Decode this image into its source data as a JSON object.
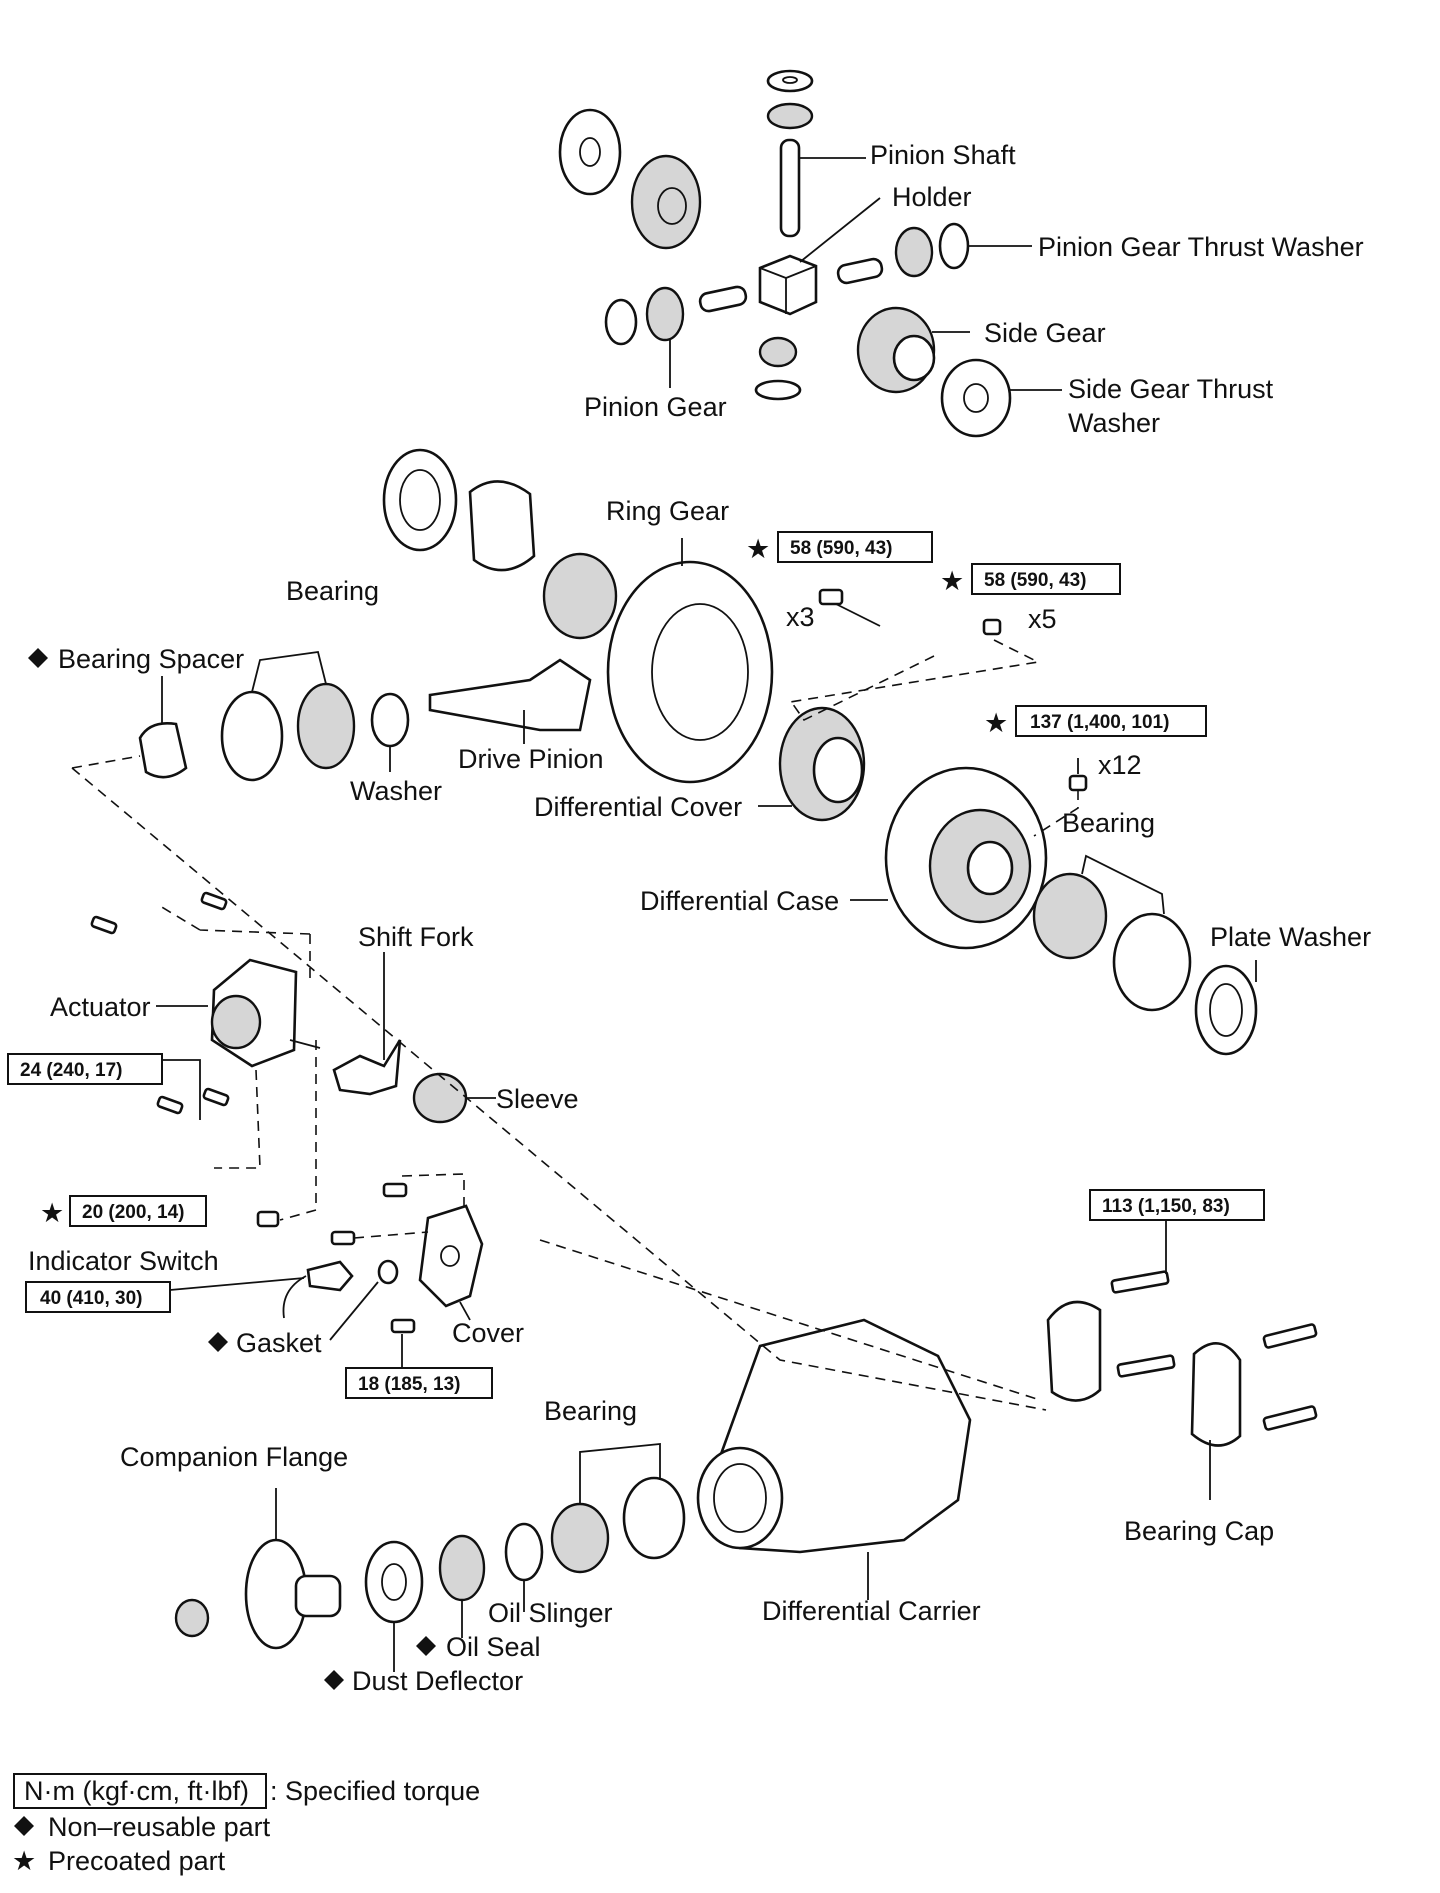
{
  "labels": {
    "pinion_shaft": "Pinion Shaft",
    "holder": "Holder",
    "pinion_gear_thrust_washer": "Pinion Gear Thrust Washer",
    "side_gear": "Side Gear",
    "side_gear_thrust_washer_1": "Side Gear Thrust",
    "side_gear_thrust_washer_2": "Washer",
    "pinion_gear": "Pinion Gear",
    "ring_gear": "Ring Gear",
    "bearing_upper": "Bearing",
    "bearing_spacer": "Bearing Spacer",
    "washer": "Washer",
    "drive_pinion": "Drive Pinion",
    "differential_cover": "Differential Cover",
    "bearing_right": "Bearing",
    "differential_case": "Differential Case",
    "plate_washer": "Plate Washer",
    "shift_fork": "Shift Fork",
    "actuator": "Actuator",
    "sleeve": "Sleeve",
    "indicator_switch": "Indicator Switch",
    "gasket": "Gasket",
    "cover": "Cover",
    "bearing_lower": "Bearing",
    "companion_flange": "Companion Flange",
    "oil_slinger": "Oil Slinger",
    "oil_seal": "Oil Seal",
    "dust_deflector": "Dust Deflector",
    "differential_carrier": "Differential Carrier",
    "bearing_cap": "Bearing Cap"
  },
  "torques": {
    "ring_gear_bolt": "58 (590, 43)",
    "ring_gear_bolt_2": "58 (590, 43)",
    "case_bolt": "137 (1,400, 101)",
    "actuator_bolt": "24 (240, 17)",
    "fork_bolt": "20 (200, 14)",
    "indicator_switch": "40 (410, 30)",
    "cover_bolt": "18 (185, 13)",
    "bearing_cap_bolt": "113 (1,150, 83)"
  },
  "quantities": {
    "ring_gear_bolt": "x3",
    "ring_gear_bolt_2": "x5",
    "case_bolt": "x12"
  },
  "legend": {
    "unit_box": "N·m (kgf·cm, ft·lbf)",
    "unit_desc": ": Specified torque",
    "non_reusable": "Non–reusable part",
    "precoated": "Precoated part"
  }
}
